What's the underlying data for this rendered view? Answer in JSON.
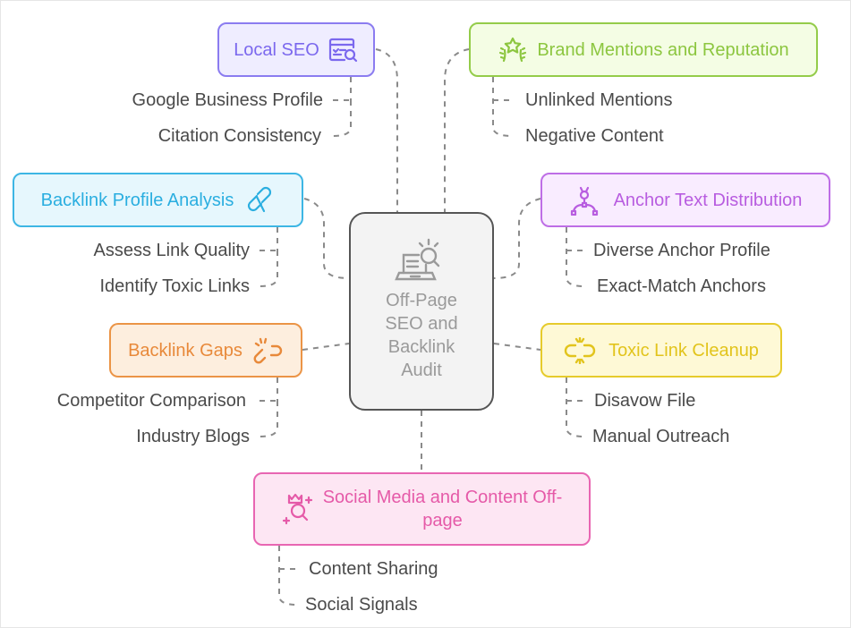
{
  "center": {
    "title_lines": [
      "Off-Page",
      "SEO and",
      "Backlink",
      "Audit"
    ],
    "icon": "laptop-search-icon"
  },
  "branches": [
    {
      "id": "local-seo",
      "label": "Local SEO",
      "icon": "browser-search-icon",
      "color": "#7b68ee",
      "fill": "#efedff",
      "children": [
        "Google Business Profile",
        "Citation Consistency"
      ]
    },
    {
      "id": "brand-mentions",
      "label": "Brand Mentions and Reputation",
      "icon": "star-laurel-icon",
      "color": "#8cc63f",
      "fill": "#f4fde4",
      "children": [
        "Unlinked Mentions",
        "Negative Content"
      ]
    },
    {
      "id": "backlink-profile",
      "label": "Backlink Profile Analysis",
      "icon": "link-icon",
      "color": "#2aaee0",
      "fill": "#e6f7fd",
      "children": [
        "Assess Link Quality",
        "Identify Toxic Links"
      ]
    },
    {
      "id": "anchor-text",
      "label": "Anchor Text Distribution",
      "icon": "vector-pen-icon",
      "color": "#b85de0",
      "fill": "#f9ecff",
      "children": [
        "Diverse Anchor Profile",
        "Exact-Match Anchors"
      ]
    },
    {
      "id": "backlink-gaps",
      "label": "Backlink Gaps",
      "icon": "broken-link-icon",
      "color": "#e8893a",
      "fill": "#fdeede",
      "children": [
        "Competitor Comparison",
        "Industry Blogs"
      ]
    },
    {
      "id": "toxic-cleanup",
      "label": "Toxic Link Cleanup",
      "icon": "unlink-icon",
      "color": "#e2c41c",
      "fill": "#fef9d6",
      "children": [
        "Disavow File",
        "Manual Outreach"
      ]
    },
    {
      "id": "social-media",
      "label_lines": [
        "Social Media and Content Off-",
        "page"
      ],
      "icon": "crown-search-icon",
      "color": "#e55aa8",
      "fill": "#fde6f3",
      "children": [
        "Content Sharing",
        "Social Signals"
      ]
    }
  ],
  "colors": {
    "connector": "#8a8a8a",
    "leaf_text": "#4a4a4a",
    "center_border": "#555555",
    "center_fill": "#f3f3f3",
    "center_text": "#9a9a9a"
  }
}
